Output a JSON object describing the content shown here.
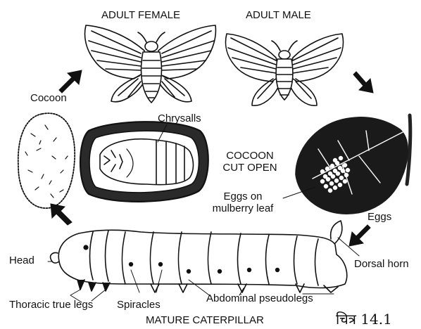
{
  "labels": {
    "adult_female": "ADULT FEMALE",
    "adult_male": "ADULT MALE",
    "cocoon": "Cocoon",
    "chrysalis": "Chrysalls",
    "cocoon_cut_open_line1": "COCOON",
    "cocoon_cut_open_line2": "CUT OPEN",
    "eggs_on_leaf_line1": "Eggs on",
    "eggs_on_leaf_line2": "mulberry leaf",
    "eggs": "Eggs",
    "head": "Head",
    "dorsal_horn": "Dorsal horn",
    "thoracic_legs": "Thoracic true legs",
    "spiracles": "Spiracles",
    "abdominal_pseudolegs": "Abdominal pseudolegs",
    "mature_caterpillar": "MATURE CATERPILLAR",
    "figure_number": "चित्र 14.1"
  },
  "colors": {
    "ink": "#111111",
    "leaf": "#1a1a1a",
    "egg": "#ffffff",
    "background": "#ffffff"
  }
}
